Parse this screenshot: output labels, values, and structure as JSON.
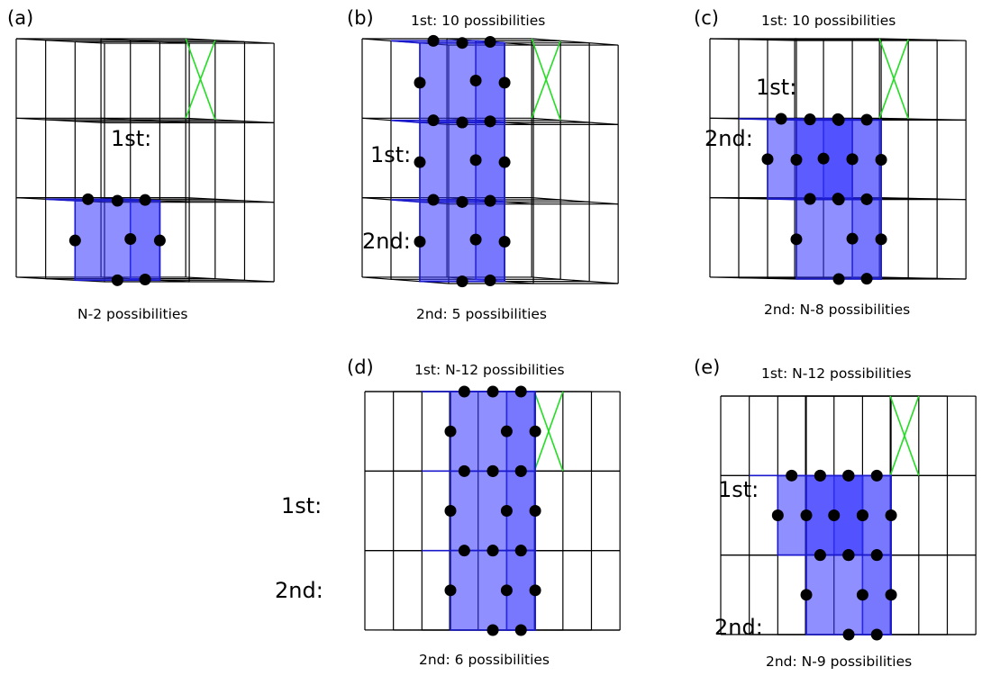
{
  "colors": {
    "wire": "#000000",
    "cube_face": "#3333ff",
    "cube_edge": "#1a1acc",
    "diagonal": "#22dd22",
    "dot": "#000000",
    "background": "#ffffff"
  },
  "panels": [
    {
      "id": "a",
      "letter": "(a)",
      "top_caption": "",
      "bottom_caption": "N-2 possibilities",
      "labels": [
        "1st:"
      ]
    },
    {
      "id": "b",
      "letter": "(b)",
      "top_caption": "1st: 10 possibilities",
      "bottom_caption": "2nd: 5 possibilities",
      "labels": [
        "1st:",
        "2nd:"
      ]
    },
    {
      "id": "c",
      "letter": "(c)",
      "top_caption": "1st: 10 possibilities",
      "bottom_caption": "2nd: N-8 possibilities",
      "labels": [
        "1st:",
        "2nd:"
      ]
    },
    {
      "id": "d",
      "letter": "(d)",
      "top_caption": "1st: N-12 possibilities",
      "bottom_caption": "2nd: 6 possibilities",
      "labels": [
        "1st:",
        "2nd:"
      ]
    },
    {
      "id": "e",
      "letter": "(e)",
      "top_caption": "1st: N-12 possibilities",
      "bottom_caption": "2nd: N-9 possibilities",
      "labels": [
        "1st:",
        "2nd:"
      ]
    }
  ]
}
